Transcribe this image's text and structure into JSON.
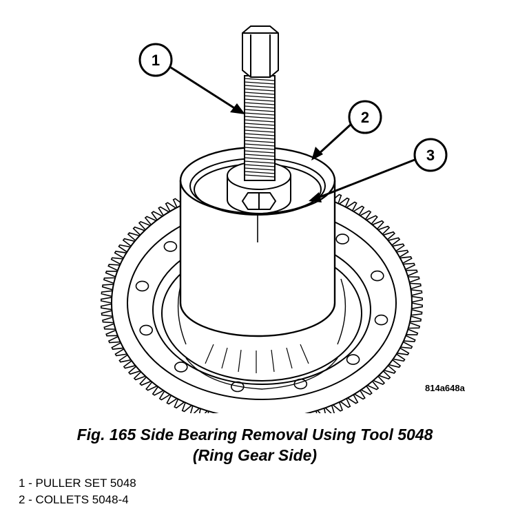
{
  "figure": {
    "code": "814a648a",
    "callouts": [
      {
        "number": "1"
      },
      {
        "number": "2"
      },
      {
        "number": "3"
      }
    ]
  },
  "caption": {
    "line1": "Fig. 165 Side Bearing Removal Using Tool 5048",
    "line2": "(Ring Gear Side)"
  },
  "legend": [
    {
      "text": "1 - PULLER SET 5048"
    },
    {
      "text": "2 - COLLETS 5048-4"
    }
  ]
}
